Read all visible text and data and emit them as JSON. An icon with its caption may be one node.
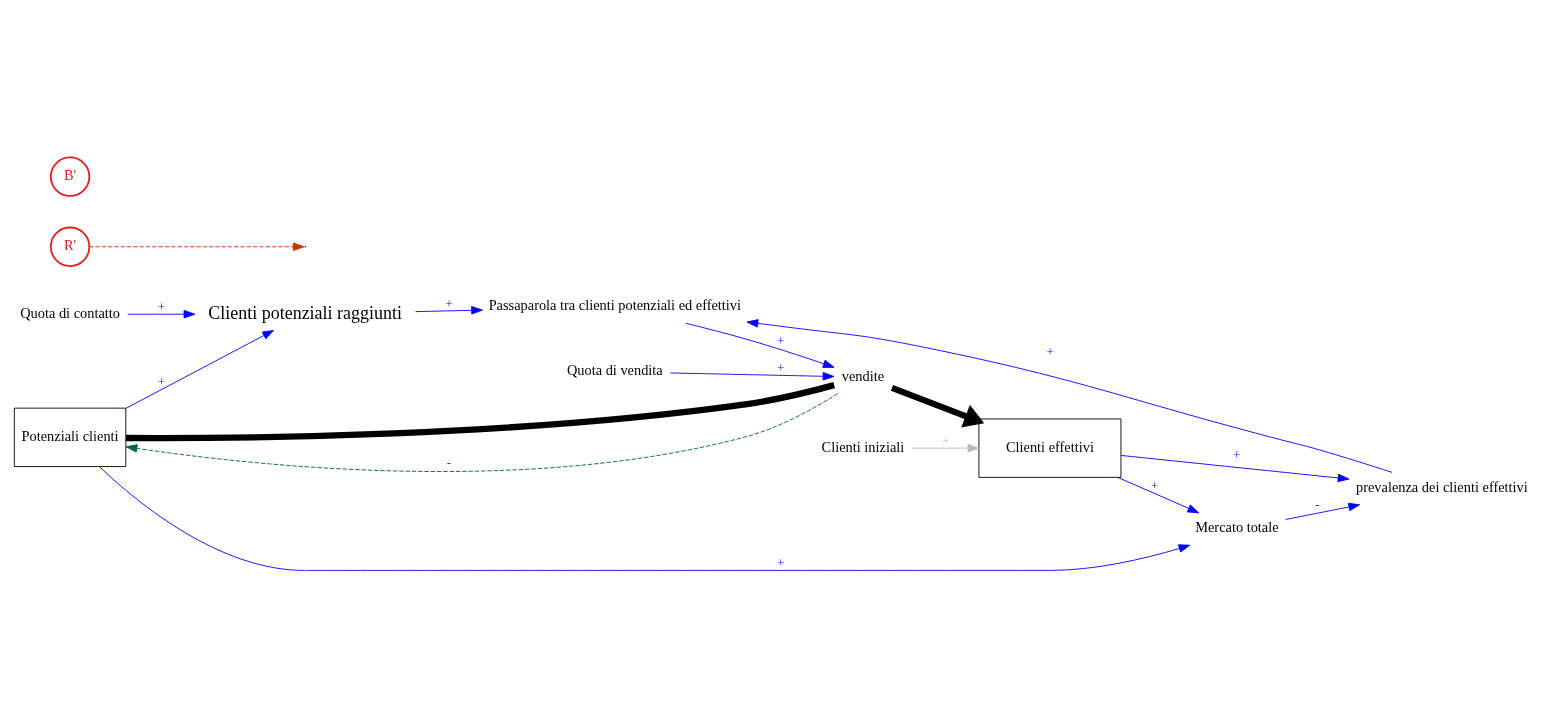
{
  "diagram": {
    "nodes": [
      {
        "text": [
          "Clienti potenziali raggiunti"
        ]
      },
      {
        "text": [
          "Passaparola tra clienti potenziali ed effettivi"
        ]
      },
      {
        "text": [
          "Quota di vendita"
        ]
      },
      {
        "text": [
          "prevalenza dei clienti effettivi"
        ]
      },
      {
        "text": [
          "Quota di contatto"
        ]
      },
      {
        "text": [
          "Potenziali clienti"
        ]
      },
      {
        "text": [
          "vendite"
        ]
      },
      {
        "text": [
          "Clienti effettivi"
        ]
      },
      {
        "text": [
          "Clienti iniziali"
        ]
      },
      {
        "text": [
          "Mercato totale"
        ]
      },
      {
        "text": [
          "R'"
        ]
      },
      {
        "text": [
          "B'"
        ]
      }
    ],
    "edges": [
      {
        "from": 4,
        "to": 0,
        "arrow": "to",
        "label": "+"
      },
      {
        "from": 5,
        "to": 0,
        "arrow": "to",
        "label": "+"
      },
      {
        "from": 0,
        "to": 1,
        "arrow": "to",
        "label": "+"
      },
      {
        "from": 2,
        "to": 6,
        "arrow": "to",
        "label": "+"
      },
      {
        "from": 1,
        "to": 6,
        "arrow": "to",
        "label": "+"
      },
      {
        "from": 3,
        "to": 1,
        "arrow": "to",
        "label": "+"
      },
      {
        "from": 5,
        "to": 6,
        "arrow": "none",
        "style": "thick",
        "color": "#000000"
      },
      {
        "from": 6,
        "to": 7,
        "arrow": "to",
        "style": "thick",
        "color": "#000000"
      },
      {
        "from": 6,
        "to": 5,
        "arrow": "to",
        "label": "-",
        "style": "dashed",
        "color": "#006633"
      },
      {
        "from": 7,
        "to": 3,
        "arrow": "to",
        "label": "+"
      },
      {
        "from": 9,
        "to": 3,
        "arrow": "to",
        "label": "-"
      },
      {
        "from": 7,
        "to": 9,
        "arrow": "to",
        "label": "+"
      },
      {
        "from": 8,
        "to": 7,
        "arrow": "to",
        "label": "+",
        "color": "#bbbbbb"
      },
      {
        "from": 5,
        "to": 9,
        "arrow": "to",
        "label": "+"
      },
      {
        "from": 10,
        "to": null,
        "arrow": "to",
        "style": "dashed",
        "color": "#cc3300"
      }
    ]
  }
}
